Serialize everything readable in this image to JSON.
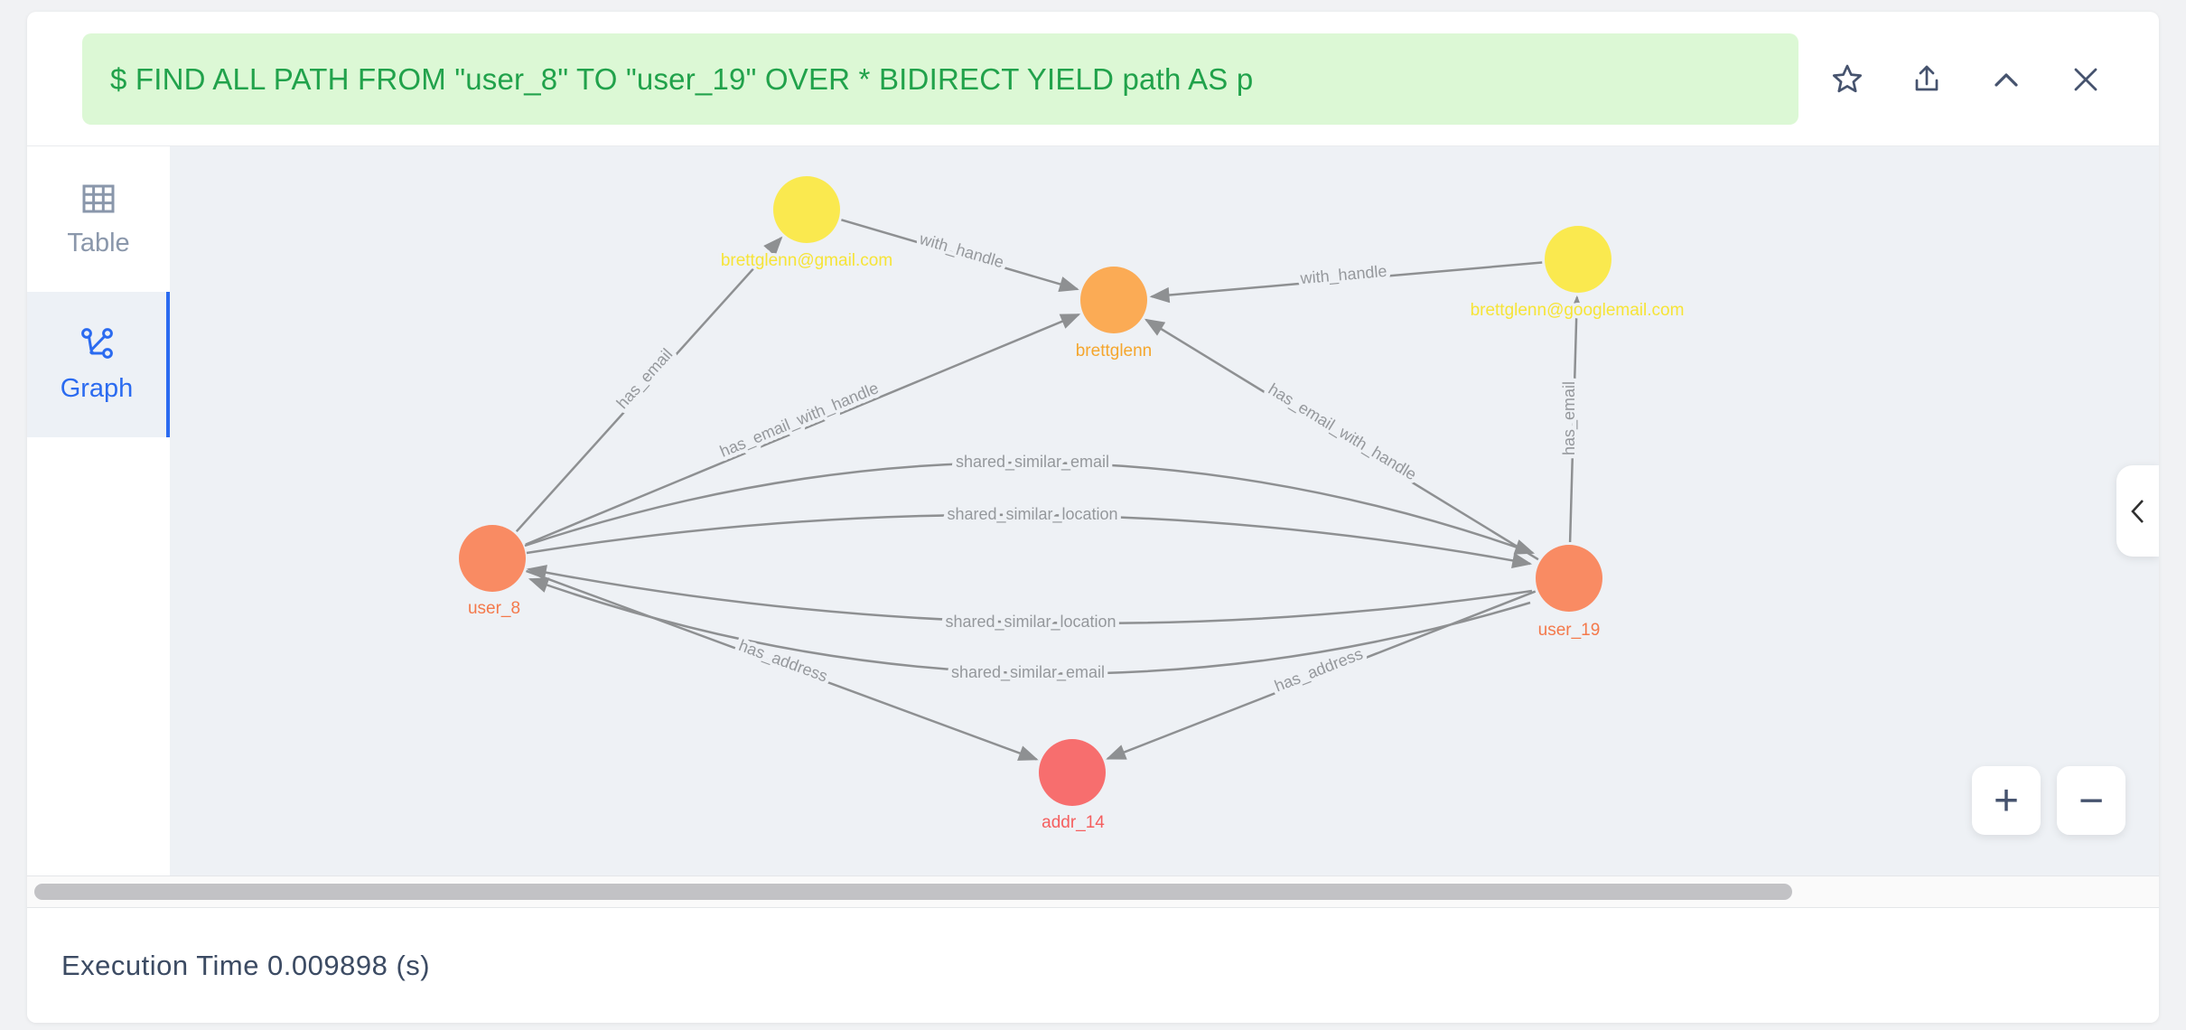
{
  "query_bar": {
    "query": "$ FIND ALL PATH FROM \"user_8\" TO \"user_19\" OVER * BIDIRECT YIELD path AS p"
  },
  "toolbar": {
    "icons": [
      "favorite-star",
      "export-upload",
      "collapse-up",
      "close"
    ]
  },
  "sidebar": {
    "tabs": [
      {
        "label": "Table",
        "active": false
      },
      {
        "label": "Graph",
        "active": true
      }
    ]
  },
  "graph": {
    "background": "#eef1f5",
    "nodes": [
      {
        "id": "brettglenn@gmail.com",
        "label": "brettglenn@gmail.com",
        "color": "#fae94f",
        "label_color": "#f6e437"
      },
      {
        "id": "brettglenn",
        "label": "brettglenn",
        "color": "#fbab55",
        "label_color": "#f5a62d"
      },
      {
        "id": "brettglenn@googlemail.com",
        "label": "brettglenn@googlemail.com",
        "color": "#fae94f",
        "label_color": "#f6e437"
      },
      {
        "id": "user_8",
        "label": "user_8",
        "color": "#f98b63",
        "label_color": "#f4794b"
      },
      {
        "id": "user_19",
        "label": "user_19",
        "color": "#f98b63",
        "label_color": "#f4794b"
      },
      {
        "id": "addr_14",
        "label": "addr_14",
        "color": "#f76e6e",
        "label_color": "#f55f5f"
      }
    ],
    "edges": [
      {
        "label": "has_email",
        "source": "user_8",
        "target": "brettglenn@gmail.com"
      },
      {
        "label": "with_handle",
        "source": "brettglenn@gmail.com",
        "target": "brettglenn"
      },
      {
        "label": "has_email_with_handle",
        "source": "user_8",
        "target": "brettglenn"
      },
      {
        "label": "with_handle",
        "source": "brettglenn@googlemail.com",
        "target": "brettglenn"
      },
      {
        "label": "has_email_with_handle",
        "source": "user_19",
        "target": "brettglenn"
      },
      {
        "label": "has_email",
        "source": "user_19",
        "target": "brettglenn@googlemail.com"
      },
      {
        "label": "shared_similar_email",
        "source": "user_8",
        "target": "user_19"
      },
      {
        "label": "shared_similar_location",
        "source": "user_8",
        "target": "user_19"
      },
      {
        "label": "shared_similar_location",
        "source": "user_19",
        "target": "user_8"
      },
      {
        "label": "shared_similar_email",
        "source": "user_19",
        "target": "user_8"
      },
      {
        "label": "has_address",
        "source": "user_8",
        "target": "addr_14"
      },
      {
        "label": "has_address",
        "source": "user_19",
        "target": "addr_14"
      }
    ],
    "controls": {
      "zoom_in": "+",
      "zoom_out": "−"
    }
  },
  "footer": {
    "execution_time": "Execution Time 0.009898 (s)"
  },
  "colors": {
    "query_green_bg": "#dcf8d5",
    "query_green_text": "#21a24b",
    "accent_blue": "#2b6bf0",
    "icon_navy": "#46536e",
    "edge_gray": "#8e9092",
    "graph_bg": "#eef1f5"
  }
}
